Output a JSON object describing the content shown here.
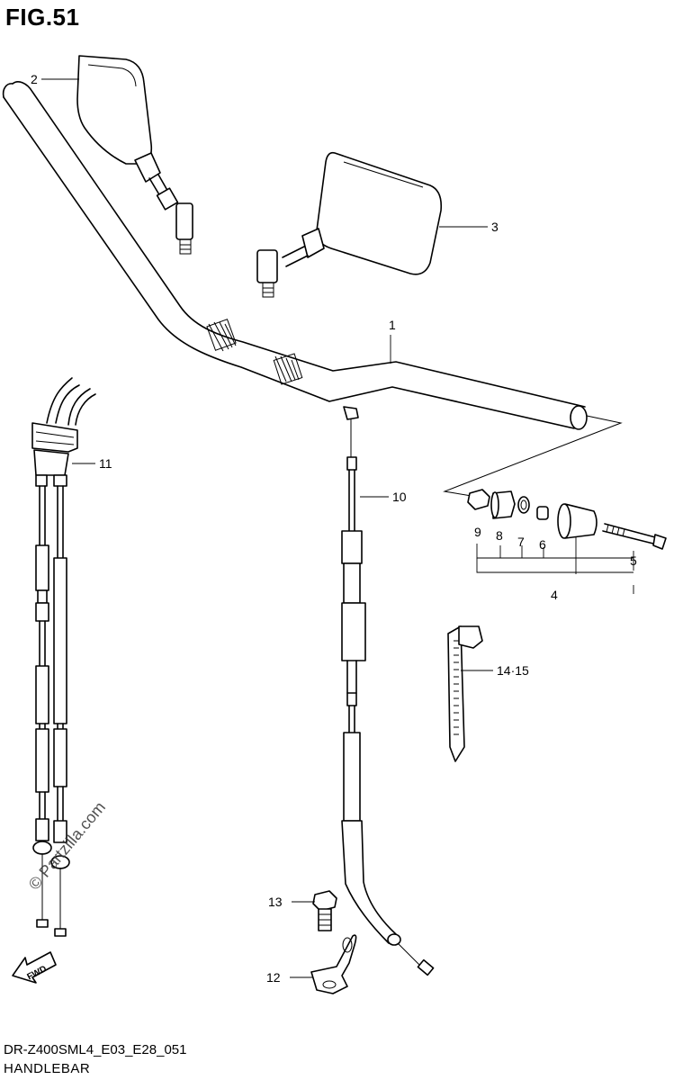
{
  "figure": {
    "title": "FIG.51",
    "model_code": "DR-Z400SML4_E03_E28_051",
    "section_name": "HANDLEBAR"
  },
  "callouts": [
    {
      "id": "c1",
      "label": "1"
    },
    {
      "id": "c2",
      "label": "2"
    },
    {
      "id": "c3",
      "label": "3"
    },
    {
      "id": "c4",
      "label": "4"
    },
    {
      "id": "c5",
      "label": "5"
    },
    {
      "id": "c6",
      "label": "6"
    },
    {
      "id": "c7",
      "label": "7"
    },
    {
      "id": "c8",
      "label": "8"
    },
    {
      "id": "c9",
      "label": "9"
    },
    {
      "id": "c10",
      "label": "10"
    },
    {
      "id": "c11",
      "label": "11"
    },
    {
      "id": "c12",
      "label": "12"
    },
    {
      "id": "c13",
      "label": "13"
    },
    {
      "id": "c14",
      "label": "14·15"
    }
  ],
  "watermark": "© Partzilla.com",
  "fwd_label": "FWD"
}
